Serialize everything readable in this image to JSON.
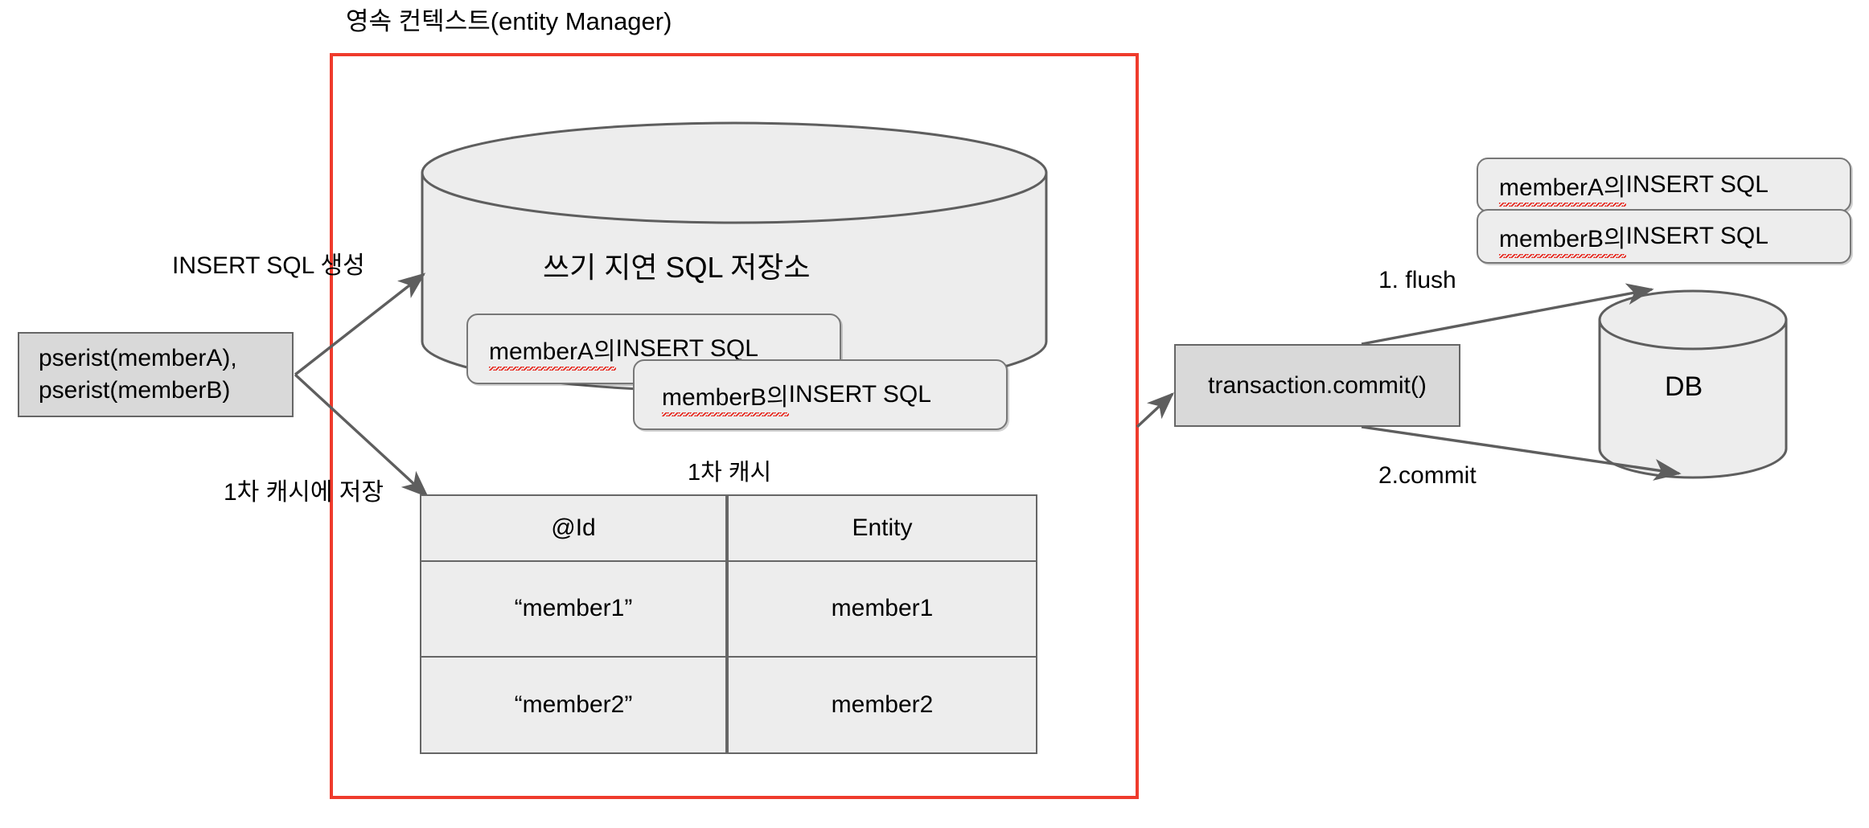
{
  "diagram": {
    "context_title": "영속 컨텍스트(entity Manager)",
    "persist_box": {
      "line1": "pserist(memberA),",
      "line2": "pserist(memberB)"
    },
    "arrow_labels": {
      "insert_sql": "INSERT SQL 생성",
      "cache_save": "1차 캐시에 저장",
      "flush": "1. flush",
      "commit": "2.commit"
    },
    "write_behind_store": {
      "title": "쓰기 지연 SQL 저장소",
      "queued_sql": [
        {
          "prefix": "memberA의",
          "suffix": " INSERT SQL"
        },
        {
          "prefix": "memberB의",
          "suffix": " INSERT SQL"
        }
      ]
    },
    "first_level_cache": {
      "title": "1차 캐시",
      "columns": [
        "@Id",
        "Entity"
      ],
      "rows": [
        {
          "id": "“member1”",
          "entity": "member1"
        },
        {
          "id": "“member2”",
          "entity": "member2"
        }
      ]
    },
    "transaction_box": "transaction.commit()",
    "flushed_sql": [
      {
        "prefix": "memberA의",
        "suffix": " INSERT SQL"
      },
      {
        "prefix": "memberB의",
        "suffix": " INSERT SQL"
      }
    ],
    "database": {
      "label": "DB"
    },
    "colors": {
      "boundary": "#ef3b2c",
      "box_fill": "#d9d9d9",
      "panel_fill": "#ededed",
      "stroke": "#666666",
      "spellcheck": "#e8281e"
    }
  }
}
